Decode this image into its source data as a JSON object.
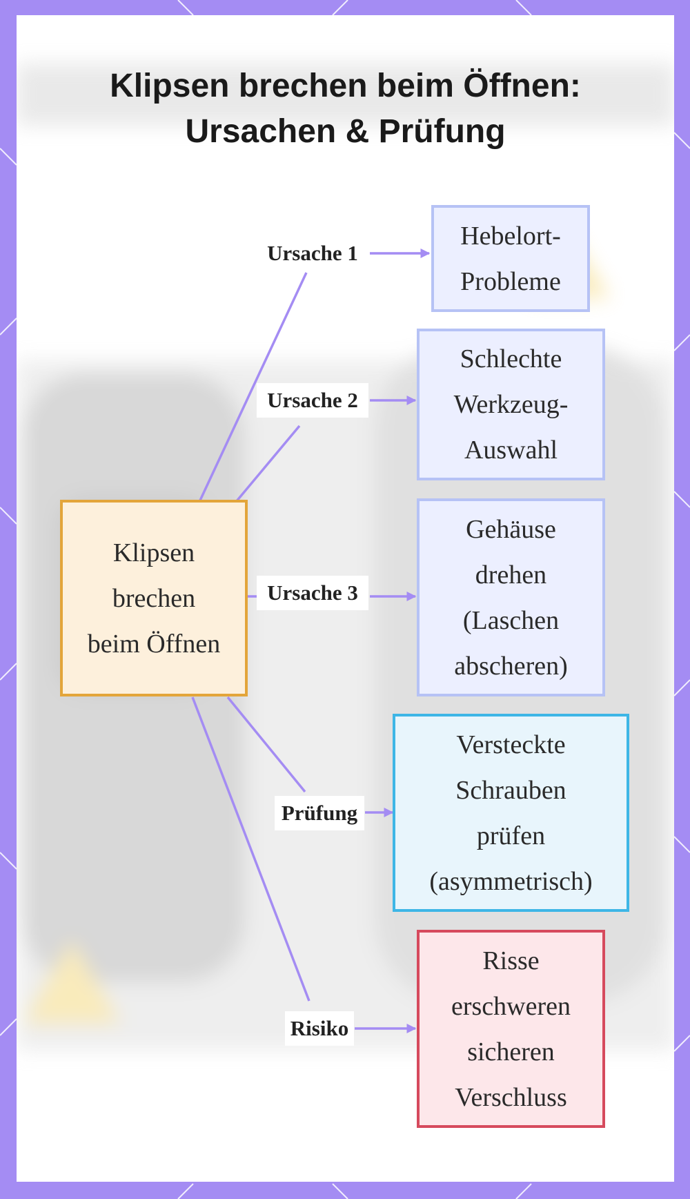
{
  "title": {
    "line1": "Klipsen brechen beim Öffnen:",
    "line2": "Ursachen & Prüfung"
  },
  "nodes": {
    "main": [
      "Klipsen",
      "brechen",
      "beim Öffnen"
    ],
    "cause1": [
      "Hebelort-",
      "Probleme"
    ],
    "cause2": [
      "Schlechte",
      "Werkzeug-",
      "Auswahl"
    ],
    "cause3": [
      "Gehäuse",
      "drehen",
      "(Laschen",
      "abscheren)"
    ],
    "check": [
      "Versteckte",
      "Schrauben",
      "prüfen",
      "(asymmetrisch)"
    ],
    "risk": [
      "Risse",
      "erschweren",
      "sicheren",
      "Verschluss"
    ]
  },
  "edge_labels": {
    "cause1": "Ursache 1",
    "cause2": "Ursache 2",
    "cause3": "Ursache 3",
    "check": "Prüfung",
    "risk": "Risiko"
  },
  "colors": {
    "frame": "#a48cf3",
    "edge": "#a48cf3",
    "main_fill": "#fdf0dc",
    "main_border": "#e3a53a",
    "cause_fill": "#ecefff",
    "cause_border": "#b6c2f5",
    "check_fill": "#e8f5fc",
    "check_border": "#3eb6e6",
    "risk_fill": "#fde7ea",
    "risk_border": "#d64a5d"
  }
}
